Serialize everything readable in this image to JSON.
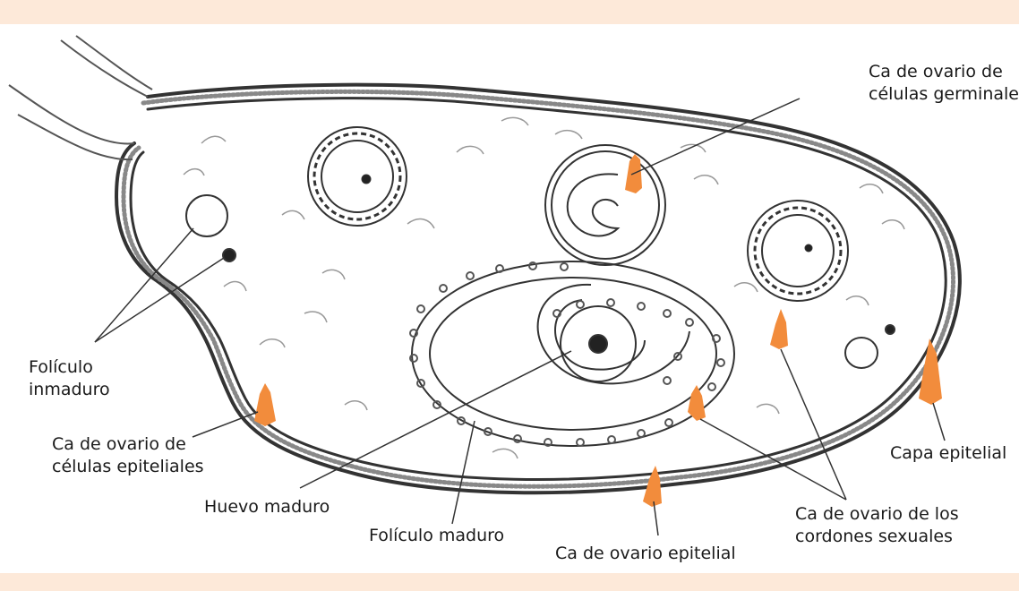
{
  "colors": {
    "band": "#fde9d9",
    "marker": "#f28c3c",
    "ink": "#333333"
  },
  "labels": {
    "germ_cell": {
      "line1": "Ca de ovario de",
      "line2": "células germinales"
    },
    "immature_follicle": {
      "line1": "Folículo",
      "line2": "inmaduro"
    },
    "epithelial_cells": {
      "line1": "Ca de ovario de",
      "line2": "células epiteliales"
    },
    "mature_egg": "Huevo maduro",
    "mature_follicle": "Folículo maduro",
    "epithelial_ca": "Ca de ovario epitelial",
    "sex_cords": {
      "line1": "Ca de ovario de los",
      "line2": "cordones sexuales"
    },
    "epithelial_layer": "Capa epitelial"
  }
}
